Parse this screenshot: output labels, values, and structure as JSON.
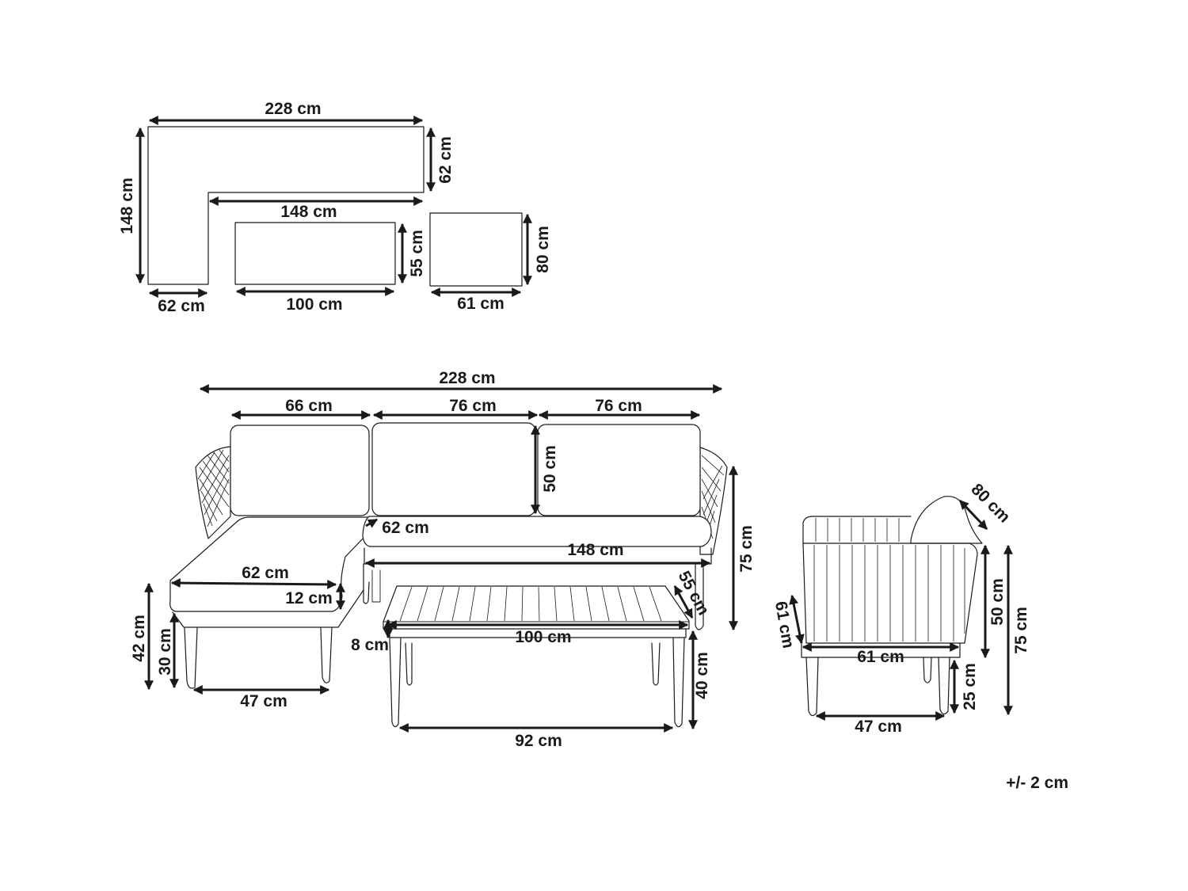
{
  "top_view": {
    "sofa_width": "228 cm",
    "sofa_depth": "62 cm",
    "sofa_length": "148 cm",
    "sofa_inner_length": "148 cm",
    "chaise_width": "62 cm",
    "table_width": "100 cm",
    "table_depth": "55 cm",
    "chair_width": "61 cm",
    "chair_depth": "80 cm"
  },
  "sofa_view": {
    "overall_width": "228 cm",
    "corner_cushion_width": "66 cm",
    "middle_cushion_width": "76 cm",
    "end_cushion_width": "76 cm",
    "back_cushion_height": "50 cm",
    "seat_depth": "62 cm",
    "seat_length": "148 cm",
    "overall_height": "75 cm",
    "chaise_depth": "62 cm",
    "cushion_thickness": "12 cm",
    "seat_height": "42 cm",
    "frame_height": "30 cm",
    "leg_spacing": "47 cm"
  },
  "table_view": {
    "depth": "55 cm",
    "width": "100 cm",
    "top_thickness": "8 cm",
    "height": "40 cm",
    "leg_spacing": "92 cm"
  },
  "chair_view": {
    "depth_diagonal": "80 cm",
    "back_height": "50 cm",
    "overall_height": "75 cm",
    "side_depth": "61 cm",
    "seat_width": "61 cm",
    "seat_height": "25 cm",
    "leg_spacing": "47 cm"
  },
  "tolerance": "+/- 2 cm"
}
